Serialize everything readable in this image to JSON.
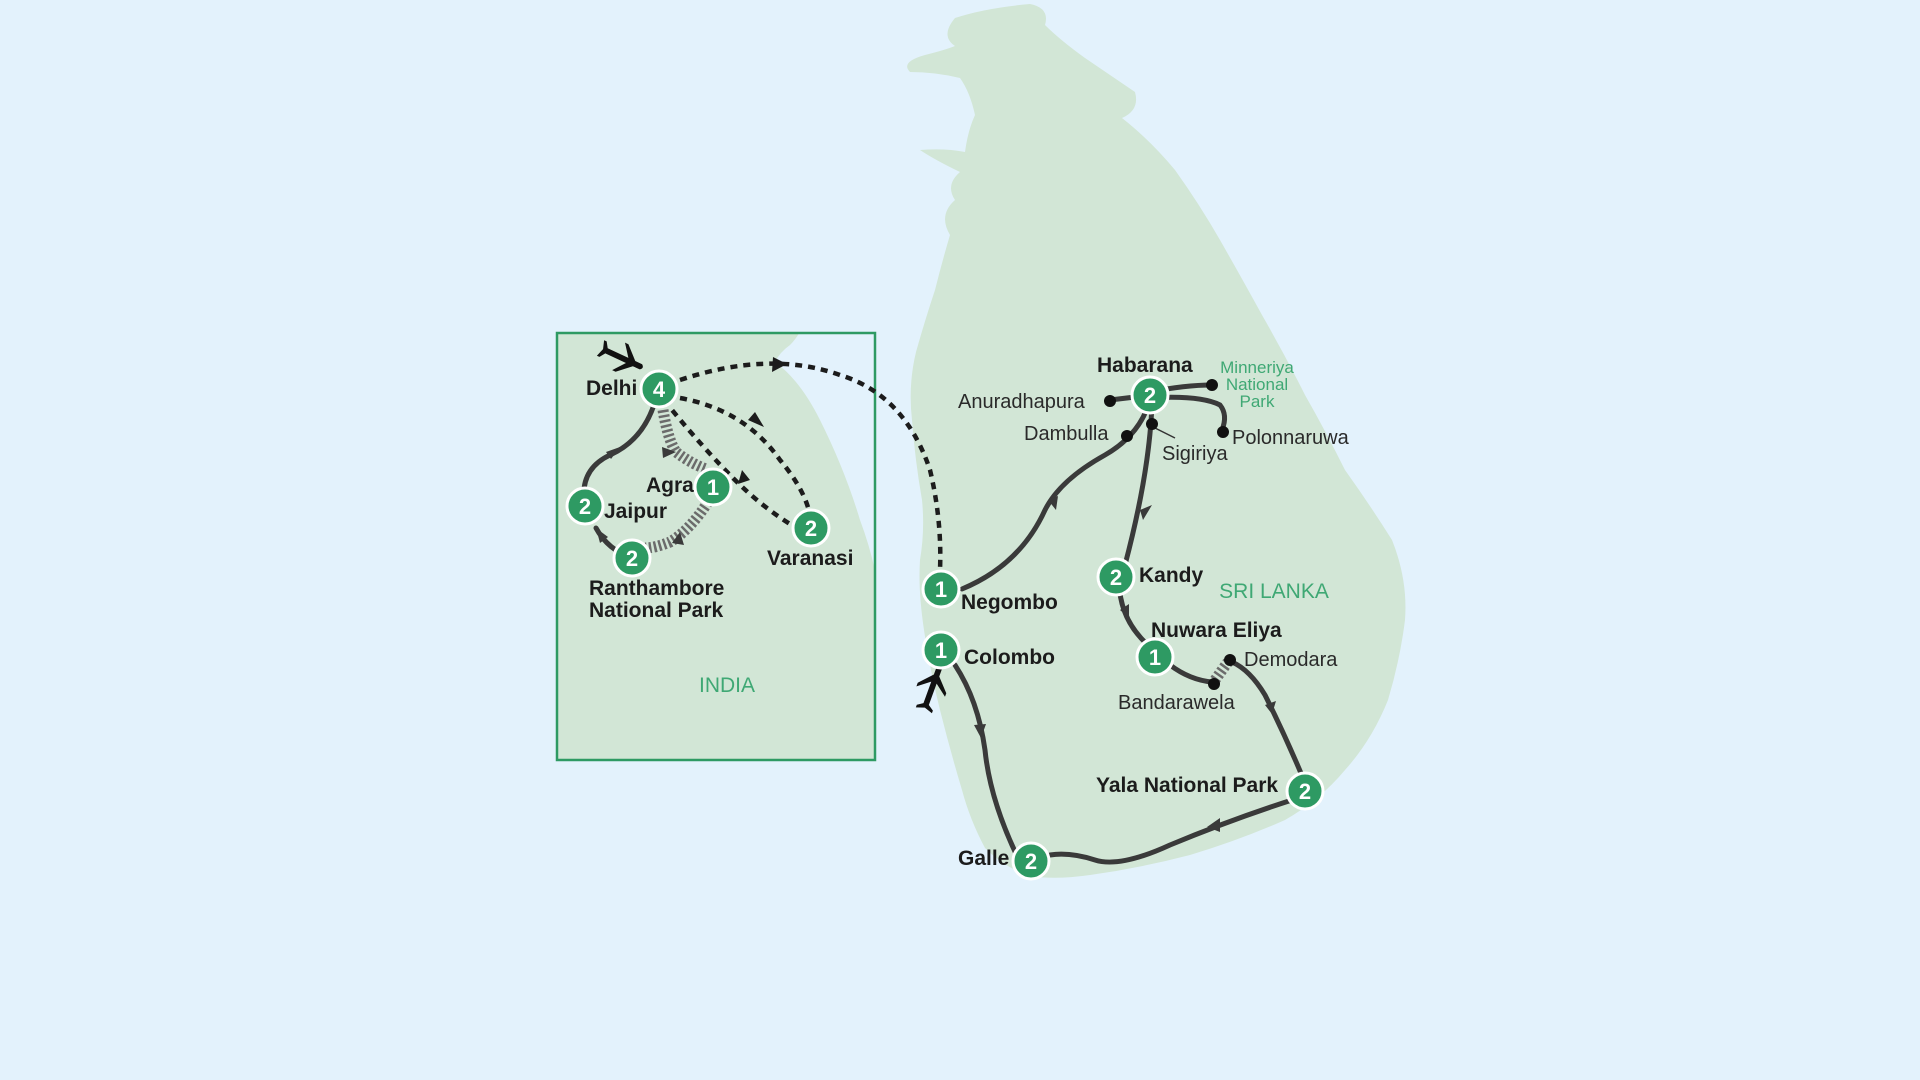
{
  "colors": {
    "water": "#e3f2fc",
    "land": "#d2e6d6",
    "badge": "#2e9a63",
    "route": "#3a3a3a",
    "inset_border": "#2e9a63",
    "region_label": "#3fa874"
  },
  "country_labels": {
    "sri_lanka": "SRI LANKA",
    "india": "INDIA"
  },
  "stops": [
    {
      "name": "Delhi",
      "nights": "4"
    },
    {
      "name": "Agra",
      "nights": "1"
    },
    {
      "name": "Jaipur",
      "nights": "2"
    },
    {
      "name": "Ranthambore National Park",
      "line1": "Ranthambore",
      "line2": "National Park",
      "nights": "2"
    },
    {
      "name": "Varanasi",
      "nights": "2"
    },
    {
      "name": "Negombo",
      "nights": "1"
    },
    {
      "name": "Colombo",
      "nights": "1"
    },
    {
      "name": "Habarana",
      "nights": "2"
    },
    {
      "name": "Kandy",
      "nights": "2"
    },
    {
      "name": "Nuwara Eliya",
      "nights": "1"
    },
    {
      "name": "Yala National Park",
      "nights": "2"
    },
    {
      "name": "Galle",
      "nights": "2"
    }
  ],
  "places": {
    "anuradhapura": "Anuradhapura",
    "dambulla": "Dambulla",
    "sigiriya": "Sigiriya",
    "polonnaruwa": "Polonnaruwa",
    "demodara": "Demodara",
    "bandarawela": "Bandarawela"
  },
  "minneriya": {
    "line1": "Minneriya",
    "line2": "National",
    "line3": "Park"
  },
  "icons": [
    "airplane-icon-delhi",
    "airplane-icon-colombo"
  ]
}
